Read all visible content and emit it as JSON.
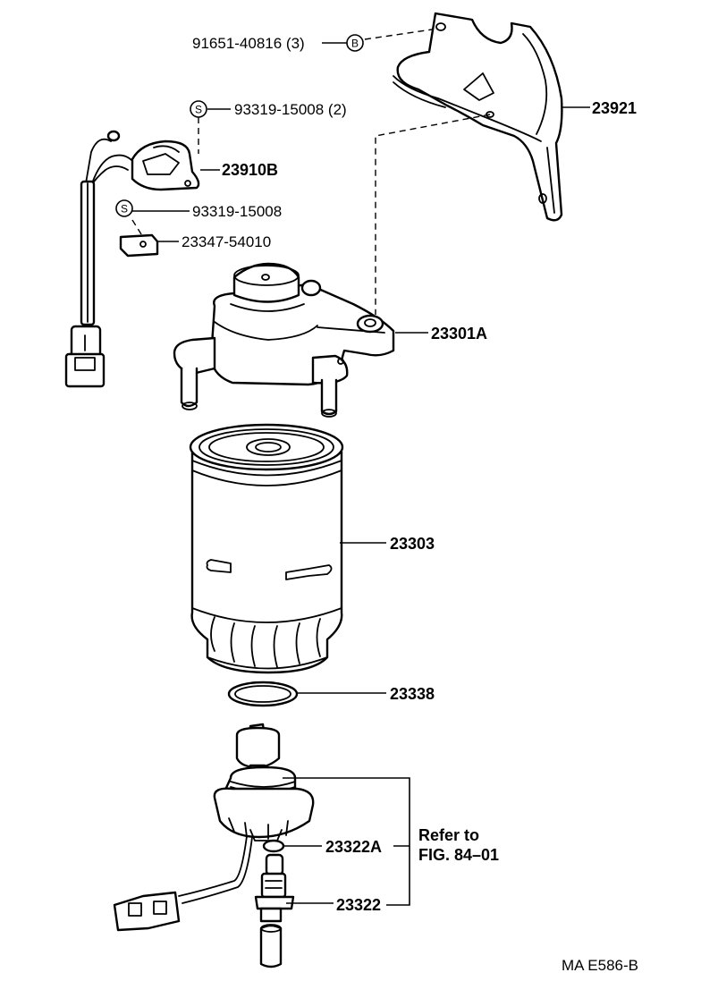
{
  "callouts": {
    "bolt_91651": {
      "text": "91651-40816 (3)",
      "symbol": "B"
    },
    "screw_93319_a": {
      "text": "93319-15008 (2)",
      "symbol": "S"
    },
    "sensor_23910b": {
      "text": "23910B"
    },
    "screw_93319_b": {
      "text": "93319-15008",
      "symbol": "S"
    },
    "clamp_23347": {
      "text": "23347-54010"
    },
    "bracket_23921": {
      "text": "23921"
    },
    "housing_23301a": {
      "text": "23301A"
    },
    "filter_23303": {
      "text": "23303"
    },
    "oring_23338": {
      "text": "23338"
    },
    "oring_23322a": {
      "text": "23322A"
    },
    "sensor_23322": {
      "text": "23322"
    }
  },
  "reference_note": {
    "line1": "Refer to",
    "line2": "FIG. 84–01"
  },
  "figure_code": "MA E586-B"
}
